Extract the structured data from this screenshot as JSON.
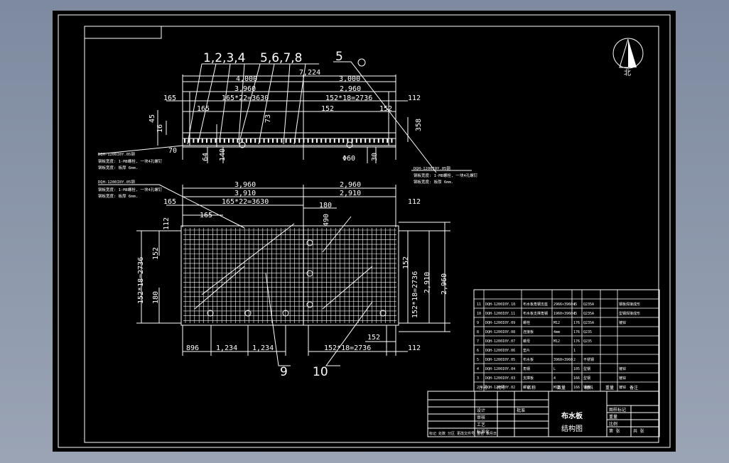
{
  "north_label": "北",
  "top_callouts": {
    "left": "1,2,3,4",
    "mid": "5,6,7,8",
    "right": "5"
  },
  "top_view_dims": {
    "overall": "7,224",
    "left_half": "4,000",
    "right_half": "3,000",
    "left_inner": "3,960",
    "right_inner": "2,960",
    "left_pitch": "165*22=3630",
    "right_pitch": "152*18=2736",
    "d165a": "165",
    "d165b": "165",
    "d152a": "152",
    "d152b": "152",
    "d112": "112",
    "d45": "45",
    "d16": "16",
    "d73": "73",
    "d358": "358",
    "d70": "70",
    "d64": "64",
    "d140": "140",
    "phi60": "Φ60",
    "d30": "30"
  },
  "notes": {
    "n1_title": "DQH-1200I0Y.05钢",
    "n1_line1": "钢板宽度: 1-M8螺栓, 一块4孔螺钉",
    "n1_line2": "钢板宽度: 板厚 6mm.",
    "n2_title": "DQH-1200I0Y.05钢",
    "n2_line1": "钢板宽度: 1-M8螺栓, 一块4孔螺钉",
    "n2_line2": "钢板宽度: 板厚 6mm.",
    "n3_title": "DQH-1200I0Y.05钢",
    "n3_line1": "钢板宽度: 1-M8螺栓, 一块4孔螺钉",
    "n3_line2": "钢板宽度: 板厚 6mm."
  },
  "plan_view_dims": {
    "left_outer": "3,960",
    "right_outer": "2,960",
    "left_inner": "3,910",
    "right_inner": "2,910",
    "left_pitch": "165*22=3630",
    "d165a": "165",
    "d165b": "165",
    "d180": "180",
    "d490": "490",
    "d112": "112",
    "left_vert_pitch": "152*18=2736",
    "left_152": "152",
    "left_180": "180",
    "right_vert_pitch": "152*18=2736",
    "right_152": "152",
    "right_2910": "2,910",
    "right_2960": "2,960",
    "bot_896": "896",
    "bot_1234a": "1,234",
    "bot_1234b": "1,234",
    "bot_152": "152",
    "bot_pitch": "152*18=2736",
    "bot_112": "112",
    "label9": "9",
    "label10": "10"
  },
  "parts_table": {
    "header": [
      "序号",
      "代号",
      "名称",
      "数量",
      "材料",
      "重量",
      "备注"
    ],
    "rows": [
      [
        "11",
        "DQH-1200I0Y.10",
        "布水板角钢支座",
        "2966×3960×5",
        "1",
        "Q235A",
        "",
        "钢板焊接成形"
      ],
      [
        "10",
        "DQH-1200I0Y.11",
        "布水板支撑角钢",
        "1960×3960×5",
        "1",
        "Q235A",
        "",
        "型钢焊接成形"
      ],
      [
        "9",
        "DQH-1200I0Y.09",
        "螺栓",
        "M12",
        "176",
        "Q235A",
        "",
        "镀锌"
      ],
      [
        "8",
        "DQH-1200I0Y.08",
        "连接板",
        "4mm",
        "176",
        "Q235",
        "",
        ""
      ],
      [
        "7",
        "DQH-1200I0Y.07",
        "螺母",
        "M12",
        "176",
        "Q235",
        "",
        ""
      ],
      [
        "6",
        "DQH-1200I0Y.06",
        "垫片",
        "",
        "1",
        "",
        "",
        ""
      ],
      [
        "5",
        "DQH-1200I0Y.05",
        "布水板",
        "3960×3960",
        "2",
        "不锈钢",
        "",
        ""
      ],
      [
        "4",
        "DQH-1200I0Y.04",
        "角钢",
        "L",
        "105",
        "型钢",
        "",
        "镀锌"
      ],
      [
        "3",
        "DQH-1200I0Y.03",
        "支撑板",
        "4",
        "166",
        "型钢",
        "",
        "镀锌"
      ],
      [
        "2",
        "DQH-1200I0Y.02",
        "螺钉",
        "M12",
        "166",
        "钢板",
        "",
        "镀锌"
      ]
    ]
  },
  "title_block": {
    "drawing_name": "布水板",
    "drawing_sub": "结构图",
    "rows_left": [
      "设计",
      "审核",
      "工艺",
      "标准化",
      "批准"
    ],
    "rows_mid": [
      "图样标记",
      "重量",
      "比例"
    ],
    "rows_right": [
      "共 张",
      "第 张"
    ],
    "corner": "标记 处数 分区 更改文件号 签名 年月日"
  }
}
